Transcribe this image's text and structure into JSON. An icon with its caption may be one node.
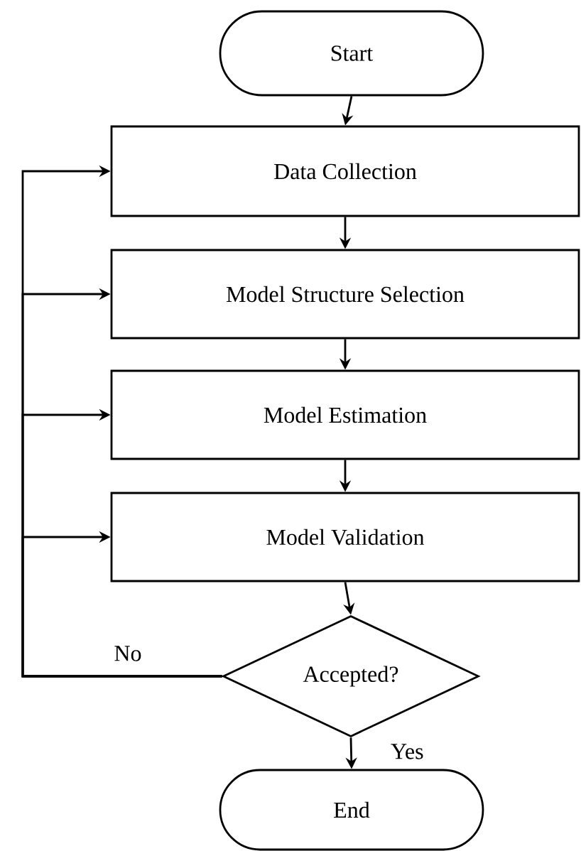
{
  "diagram": {
    "nodes": [
      {
        "text": [
          "Start"
        ]
      },
      {
        "text": [
          "Data Collection"
        ]
      },
      {
        "text": [
          "Model Structure Selection"
        ]
      },
      {
        "text": [
          "Model Estimation"
        ]
      },
      {
        "text": [
          "Model Validation"
        ]
      },
      {
        "text": [
          "Accepted?"
        ]
      },
      {
        "text": [
          "End"
        ]
      }
    ],
    "edges": [
      {
        "from": 0,
        "to": 1,
        "arrow": "to"
      },
      {
        "from": 1,
        "to": 2,
        "arrow": "to"
      },
      {
        "from": 2,
        "to": 3,
        "arrow": "to"
      },
      {
        "from": 3,
        "to": 4,
        "arrow": "to"
      },
      {
        "from": 4,
        "to": 5,
        "arrow": "to"
      },
      {
        "from": 5,
        "to": 6,
        "arrow": "to",
        "label": "Yes"
      },
      {
        "from": 5,
        "to": 1,
        "arrow": "to",
        "label": "No"
      },
      {
        "from": 5,
        "to": 2,
        "arrow": "to"
      },
      {
        "from": 5,
        "to": 3,
        "arrow": "to"
      },
      {
        "from": 5,
        "to": 4,
        "arrow": "to"
      }
    ]
  }
}
